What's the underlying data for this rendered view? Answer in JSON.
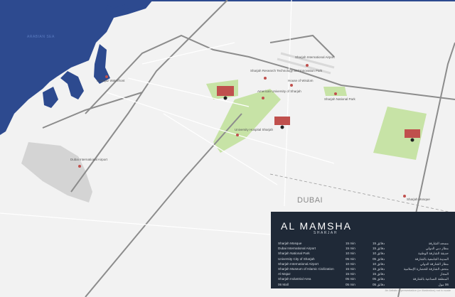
{
  "map": {
    "sea_label": "ARABIAN SEA",
    "city_label": "DUBAI",
    "places": [
      {
        "name": "Sharjah International Airport",
        "kind": "landmark"
      },
      {
        "name": "Sharjah Research Technology and Innovation Park",
        "kind": "landmark"
      },
      {
        "name": "House of Wisdom",
        "kind": "landmark"
      },
      {
        "name": "American University of Sharjah",
        "kind": "landmark"
      },
      {
        "name": "Sharjah National Park",
        "kind": "landmark"
      },
      {
        "name": "Dubai International Airport",
        "kind": "landmark"
      },
      {
        "name": "Sharjah Mosque",
        "kind": "landmark"
      },
      {
        "name": "Al Majaz Waterfront",
        "kind": "landmark"
      },
      {
        "name": "University Hospital Sharjah",
        "kind": "landmark"
      },
      {
        "name": "Al Mamsha",
        "kind": "project"
      }
    ],
    "colors": {
      "sea": "#2d4a8f",
      "land": "#f2f2f2",
      "park": "#c7e3a6",
      "pin": "#c0504d",
      "road": "#8a8a8a"
    }
  },
  "legend": {
    "brand": "AL MAMSHA",
    "brand_sub": "SHARJAH",
    "rows": [
      {
        "en": "Sharjah Mosque",
        "time": "15 min",
        "time_ar": "15 دقائق",
        "ar": "مسجد الشارقة"
      },
      {
        "en": "Dubai International Airport",
        "time": "15 min",
        "time_ar": "15 دقائق",
        "ar": "مطار دبي الدولي"
      },
      {
        "en": "Sharjah National Park",
        "time": "10 min",
        "time_ar": "10 دقائق",
        "ar": "حديقة الشارقة الوطنية"
      },
      {
        "en": "University City of Sharjah",
        "time": "05 min",
        "time_ar": "05 دقائق",
        "ar": "المدينة الجامعية بالشارقة"
      },
      {
        "en": "Sharjah International Airport",
        "time": "10 min",
        "time_ar": "10 دقائق",
        "ar": "مطار الشارقة الدولي"
      },
      {
        "en": "Sharjah Museum of Islamic Civilization",
        "time": "15 min",
        "time_ar": "15 دقائق",
        "ar": "متحف الشارقة للحضارة الإسلامية"
      },
      {
        "en": "Al Majaz",
        "time": "15 min",
        "time_ar": "15 دقائق",
        "ar": "المجاز"
      },
      {
        "en": "Sharjah Industrial Area",
        "time": "05 min",
        "time_ar": "05 دقائق",
        "ar": "المنطقة الصناعية بالشارقة"
      },
      {
        "en": "06 Mall",
        "time": "05 min",
        "time_ar": "05 دقائق",
        "ar": "06 مول"
      }
    ],
    "note": "An Artistic representation (or illustration) not to scale"
  }
}
